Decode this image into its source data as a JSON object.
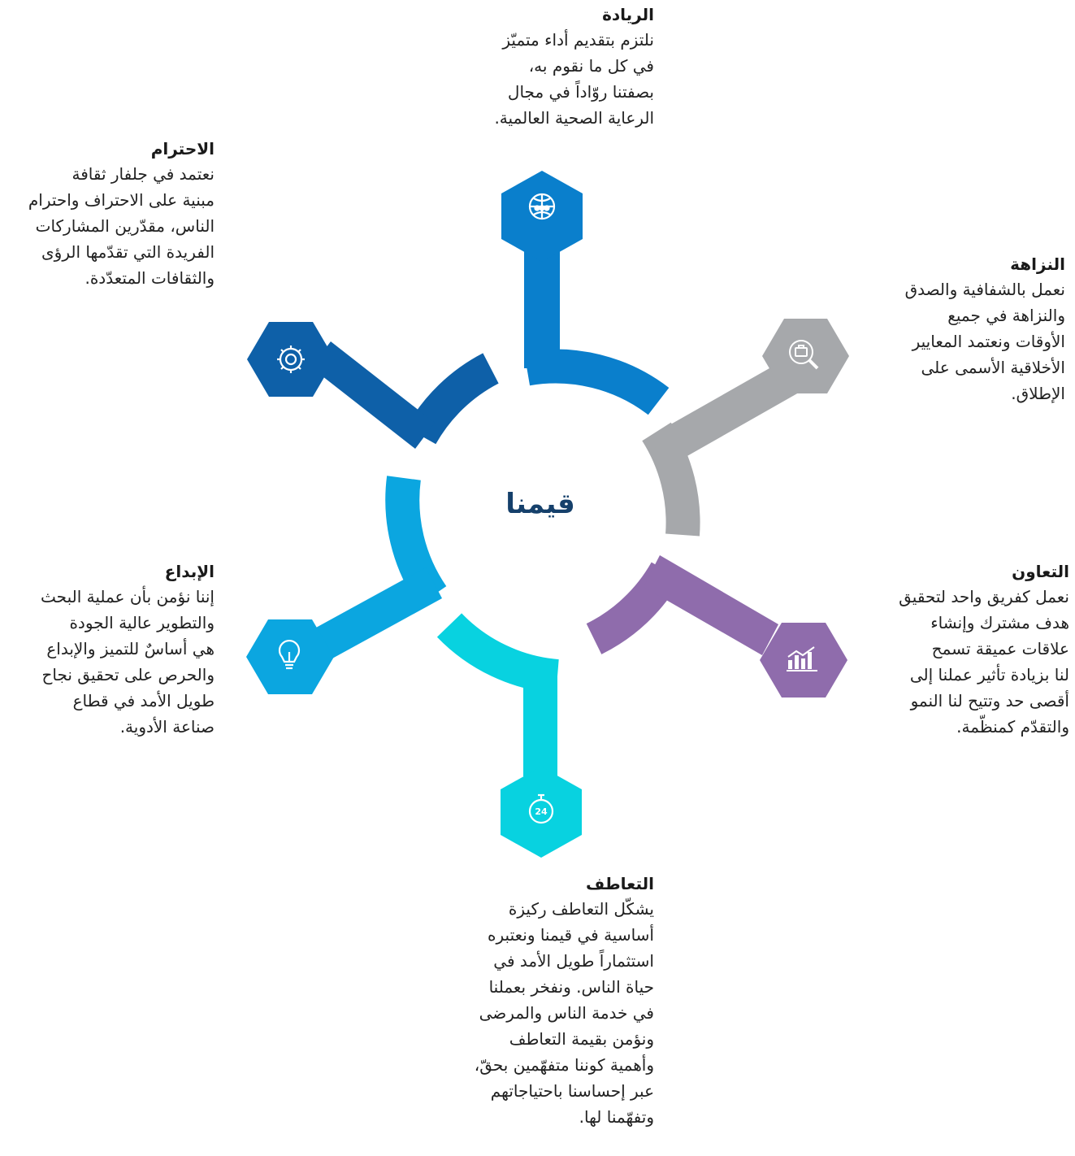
{
  "center": {
    "title": "قيمنا"
  },
  "values": [
    {
      "id": "leadership",
      "title": "الريادة",
      "text": "نلتزم بتقديم أداء متميّز\nفي كل ما نقوم به،\nبصفتنا روّاداً في مجال\nالرعاية الصحية العالمية.",
      "icon": "globe-people-icon",
      "color": "#0a7fcc"
    },
    {
      "id": "integrity",
      "title": "النزاهة",
      "text": "نعمل بالشفافية والصدق\nوالنزاهة في جميع\nالأوقات ونعتمد المعايير\nالأخلاقية الأسمى على\nالإطلاق.",
      "icon": "magnifier-briefcase-icon",
      "color": "#a6a8ab"
    },
    {
      "id": "collaboration",
      "title": "التعاون",
      "text": "نعمل كفريق واحد لتحقيق\nهدف مشترك وإنشاء\nعلاقات عميقة تسمح\nلنا بزيادة تأثير عملنا إلى\nأقصى حد وتتيح لنا النمو\nوالتقدّم كمنظّمة.",
      "icon": "growth-chart-icon",
      "color": "#8f6cac"
    },
    {
      "id": "empathy",
      "title": "التعاطف",
      "text": "يشكّل التعاطف ركيزة\nأساسية في قيمنا ونعتبره\nاستثماراً طويل الأمد في\nحياة الناس. ونفخر بعملنا\nفي خدمة الناس والمرضى\nونؤمن بقيمة التعاطف\nوأهمية كوننا متفهّمين بحقّ،\nعبر إحساسنا باحتياجاتهم\nوتفهّمنا لها.",
      "icon": "stopwatch-24-icon",
      "color": "#08d2e0"
    },
    {
      "id": "innovation",
      "title": "الإبداع",
      "text": "إننا نؤمن بأن عملية البحث\nوالتطوير عالية الجودة\nهي أساسٌ للتميز والإبداع\nوالحرص على تحقيق نجاح\nطويل الأمد في قطاع\nصناعة الأدوية.",
      "icon": "lightbulb-icon",
      "color": "#0ba6e0"
    },
    {
      "id": "respect",
      "title": "الاحترام",
      "text": "نعتمد في جلفار ثقافة\nمبنية على الاحتراف واحترام\nالناس، مقدّرين المشاركات\nالفريدة التي تقدّمها الرؤى\nوالثقافات المتعدّدة.",
      "icon": "gear-cycle-icon",
      "color": "#0e60a8"
    }
  ]
}
